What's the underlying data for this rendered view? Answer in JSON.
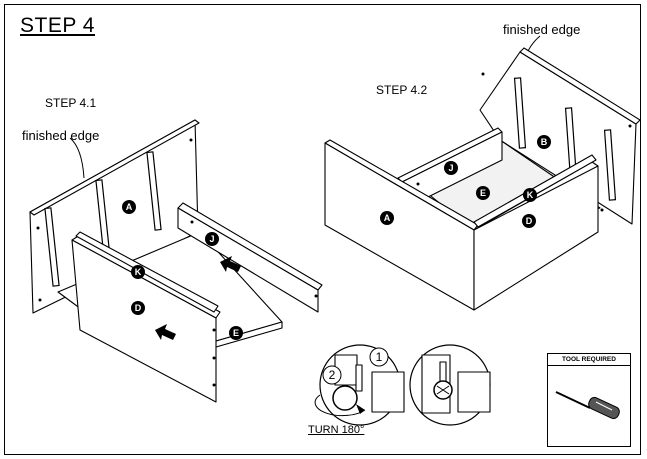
{
  "title": "STEP 4",
  "substep_1": "STEP 4.1",
  "substep_2": "STEP 4.2",
  "finished_edge": "finished edge",
  "turn_label": "TURN 180°",
  "tool_required": "TOOL REQUIRED",
  "parts": {
    "a": "A",
    "b": "B",
    "d": "D",
    "e": "E",
    "j": "J",
    "k": "K"
  },
  "callouts": {
    "one": "1",
    "two": "2"
  }
}
